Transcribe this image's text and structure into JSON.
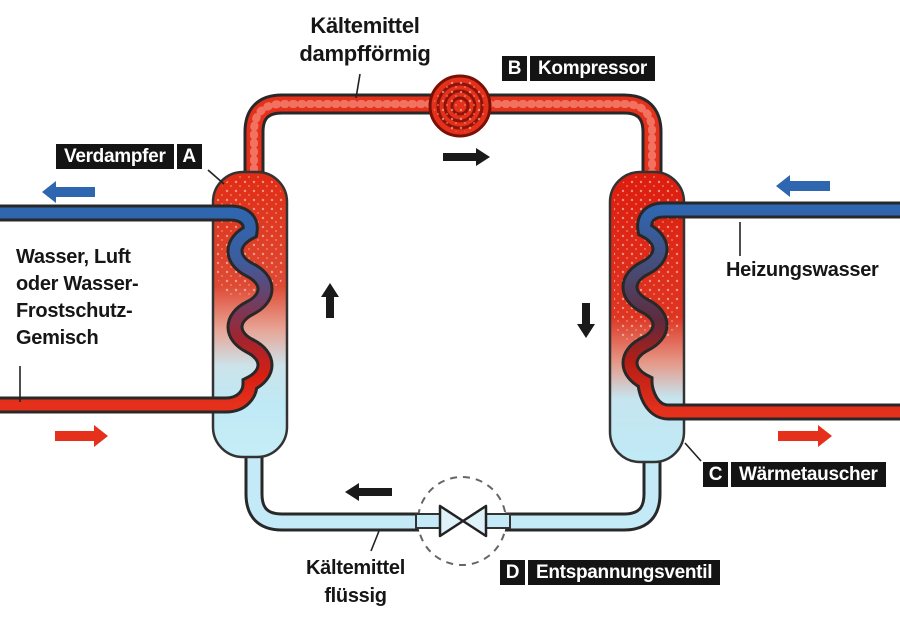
{
  "diagram_title": "Heat pump refrigerant cycle (Wärmepumpe)",
  "labels": {
    "kaeltemittel_dampffoermig": "Kältemittel\ndampfförmig",
    "kompressor_letter": "B",
    "kompressor": "Kompressor",
    "verdampfer": "Verdampfer",
    "verdampfer_letter": "A",
    "source_medium": "Wasser, Luft\noder Wasser-\nFrostschutz-\nGemisch",
    "heizungswasser": "Heizungswasser",
    "waermetauscher_letter": "C",
    "waermetauscher": "Wärmetauscher",
    "ventil_letter": "D",
    "ventil": "Entspannungsventil",
    "kaeltemittel_fluessig": "Kältemittel\nflüssig"
  },
  "colors": {
    "hot": "#e5311c",
    "hot_dark": "#8e1408",
    "cold_pipe": "#c3eaf6",
    "water_blue": "#2f66b0",
    "outline": "#282828",
    "arrow_black": "#1a1a1a",
    "label_bg": "#141414",
    "label_fg": "#ffffff"
  }
}
